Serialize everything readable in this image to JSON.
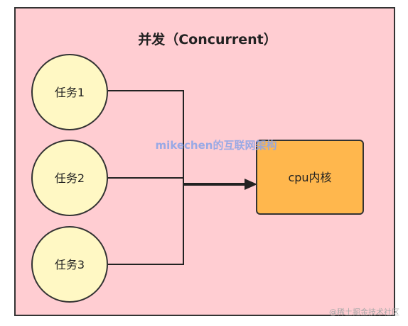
{
  "diagram": {
    "title": "并发（Concurrent）",
    "tasks": [
      {
        "label": "任务1"
      },
      {
        "label": "任务2"
      },
      {
        "label": "任务3"
      }
    ],
    "core_label": "cpu内核",
    "watermark": "mikechen的互联网架构",
    "credit": "@稀土掘金技术社区"
  },
  "colors": {
    "frame_fill": "#ffcdd2",
    "frame_stroke": "#333333",
    "task_fill": "#fff8c4",
    "core_fill": "#ffb74d",
    "line": "#222222",
    "watermark": "#8fa6e8"
  }
}
